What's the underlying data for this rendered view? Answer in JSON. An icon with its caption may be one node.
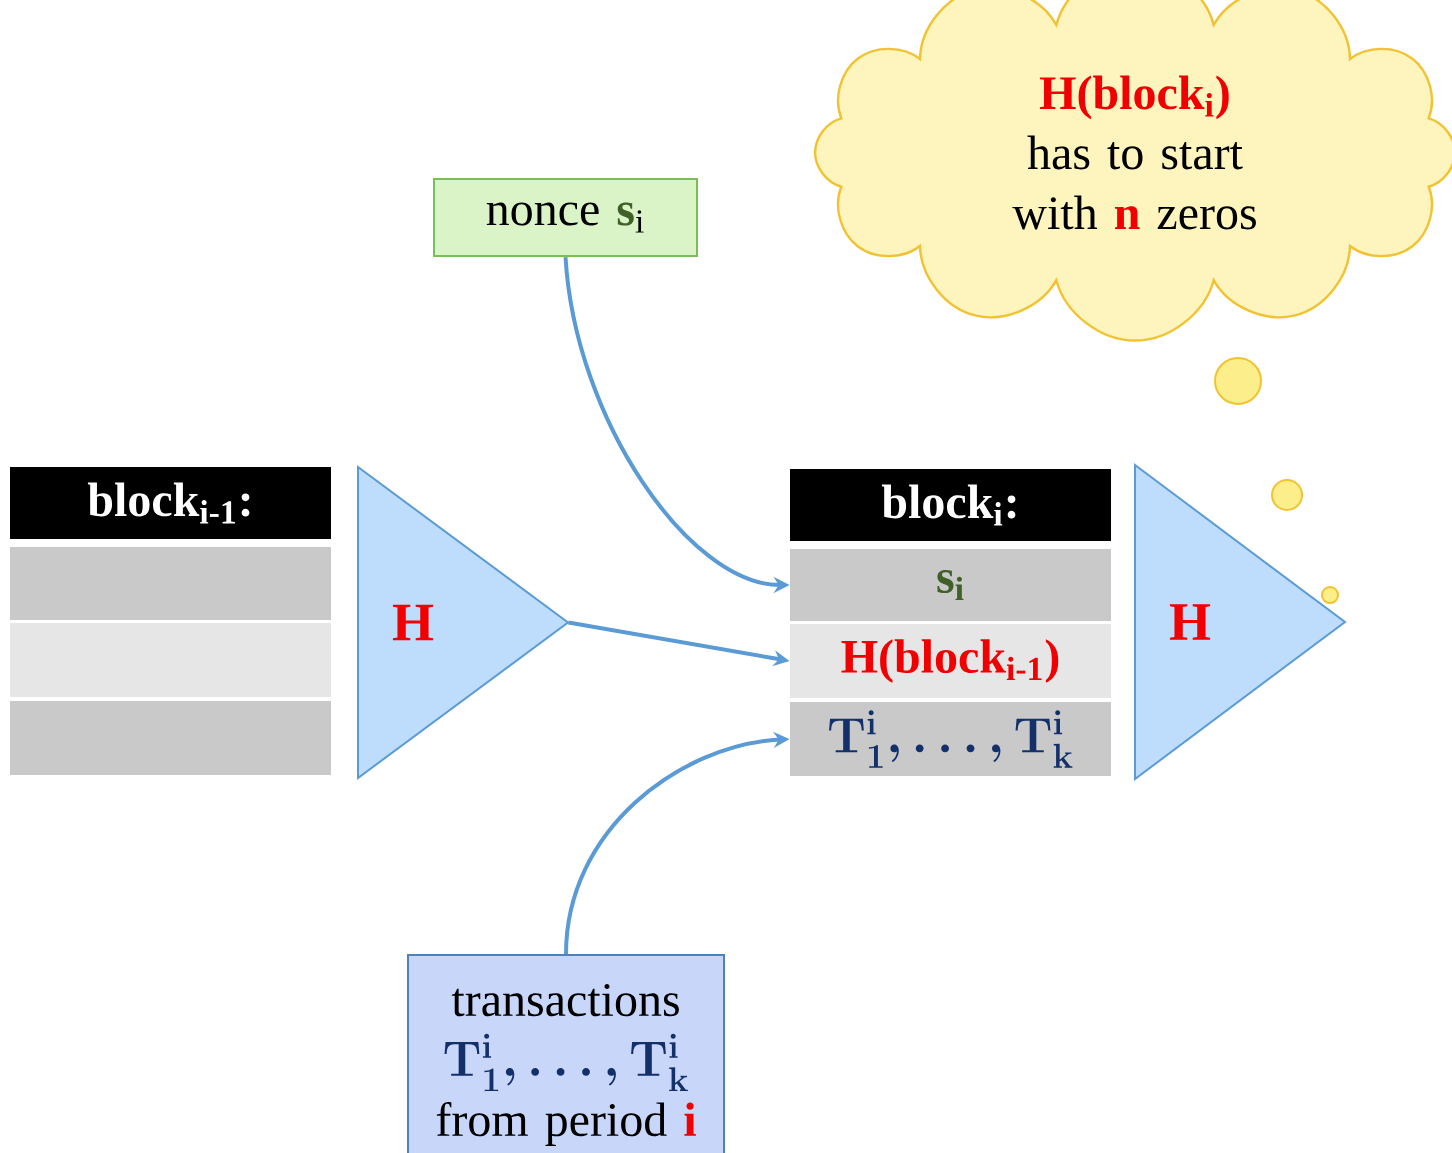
{
  "diagram": {
    "nodes": [
      {
        "text": [
          "H(block$_{i}$)",
          "has to start with **n** zeros"
        ]
      },
      {
        "text": [
          "nonce **s**$_{i}$"
        ]
      },
      {
        "text": [
          "block$_{i-1}$:"
        ]
      },
      {
        "text": [],
        "shape": "box"
      },
      {
        "text": [],
        "shape": "box"
      },
      {
        "text": [],
        "shape": "box"
      },
      {
        "text": [
          "H"
        ]
      },
      {
        "text": [
          "block$_{i}$:"
        ]
      },
      {
        "text": [
          "s$_{i}$"
        ]
      },
      {
        "text": [
          "H(block$_{i-1}$)"
        ]
      },
      {
        "text": [
          "\\mathbf{T}_{\\mathbf{1}}^{\\mathbf{i}}, \\ldots, \\mathbf{T}_{\\mathbf{k}}^{\\mathbf{i}}"
        ]
      },
      {
        "text": [
          "H"
        ]
      },
      {
        "text": [
          "transactions",
          "\\mathbf{T}_{\\mathbf{1}}^{\\mathbf{i}}, \\ldots, \\mathbf{T}_{\\mathbf{k}}^{\\mathbf{i}}",
          "from period **i**"
        ]
      }
    ],
    "edges": [
      {
        "from": 1,
        "to": 8,
        "arrow": "to"
      },
      {
        "from": 6,
        "to": 9,
        "arrow": "to"
      },
      {
        "from": 12,
        "to": 10,
        "arrow": "to"
      }
    ]
  }
}
